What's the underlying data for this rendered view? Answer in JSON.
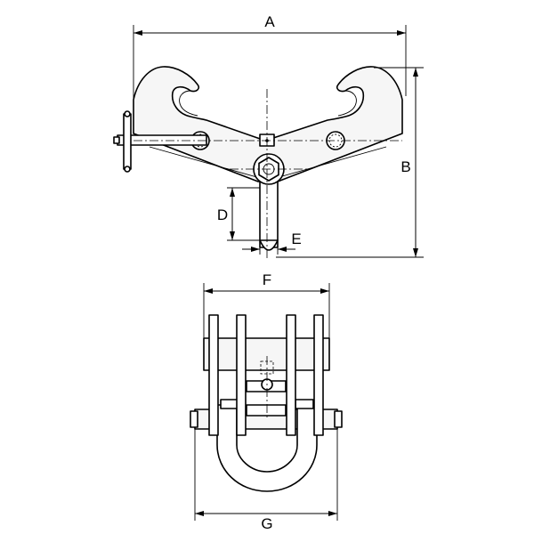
{
  "diagram": {
    "dimension_labels": {
      "a": "A",
      "b": "B",
      "d": "D",
      "e": "E",
      "f": "F",
      "g": "G"
    }
  }
}
